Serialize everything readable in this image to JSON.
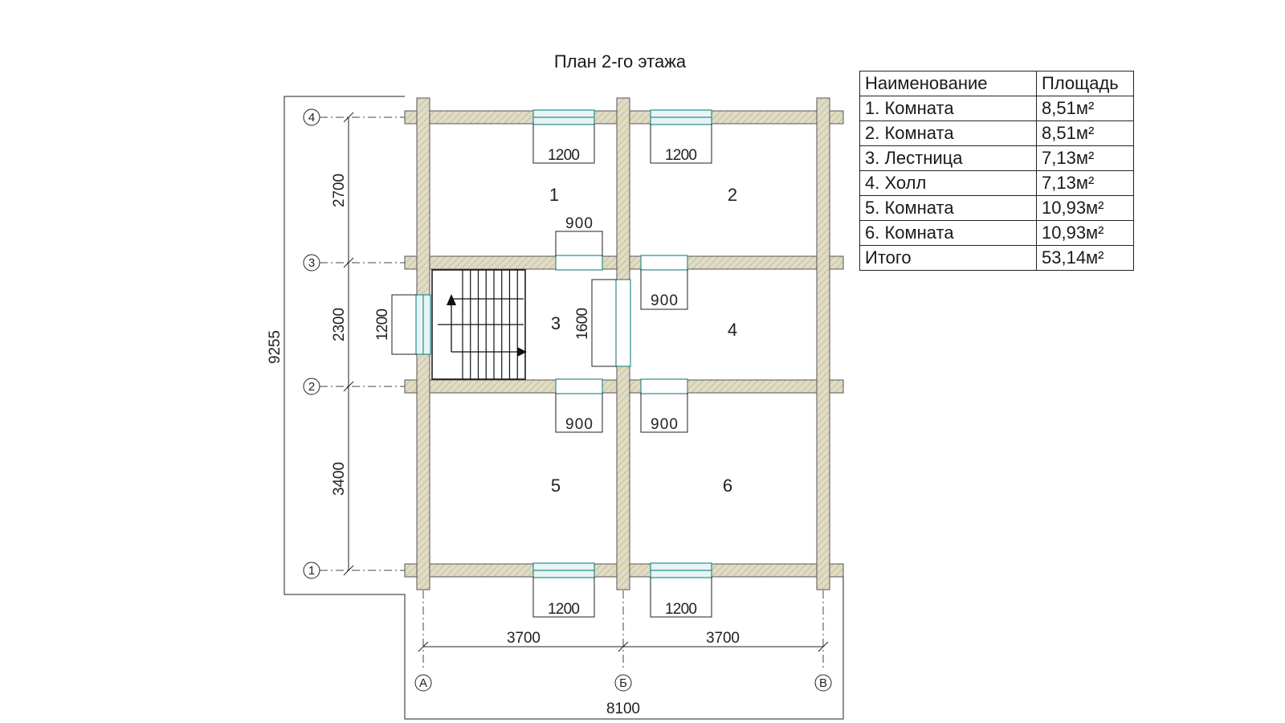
{
  "title": "План 2-го этажа",
  "table": {
    "headers": [
      "Наименование",
      "Площадь"
    ],
    "rows": [
      {
        "name": "1. Комната",
        "area": "8,51м²"
      },
      {
        "name": "2. Комната",
        "area": "8,51м²"
      },
      {
        "name": "3. Лестница",
        "area": "7,13м²"
      },
      {
        "name": "4. Холл",
        "area": "7,13м²"
      },
      {
        "name": "5. Комната",
        "area": "10,93м²"
      },
      {
        "name": "6. Комната",
        "area": "10,93м²"
      },
      {
        "name": "Итого",
        "area": "53,14м²"
      }
    ]
  },
  "rooms": [
    "1",
    "2",
    "3",
    "4",
    "5",
    "6"
  ],
  "axes": {
    "rows": [
      "4",
      "3",
      "2",
      "1"
    ],
    "cols": [
      "А",
      "Б",
      "В"
    ]
  },
  "dimensions": {
    "overall_height": "9255",
    "overall_width": "8100",
    "row_spans": [
      "2700",
      "2300",
      "3400"
    ],
    "col_spans": [
      "3700",
      "3700"
    ],
    "window_top_left": "1200",
    "window_top_right": "1200",
    "window_bottom_left": "1200",
    "window_bottom_right": "1200",
    "door_1_3": "900",
    "door_3_4_top": "900",
    "door_3_5": "900",
    "door_4_6": "900",
    "window_stair": "1200",
    "opening_3_4": "1600"
  },
  "colors": {
    "wall": "#e0dcc4",
    "window": "#2b8c8c"
  }
}
